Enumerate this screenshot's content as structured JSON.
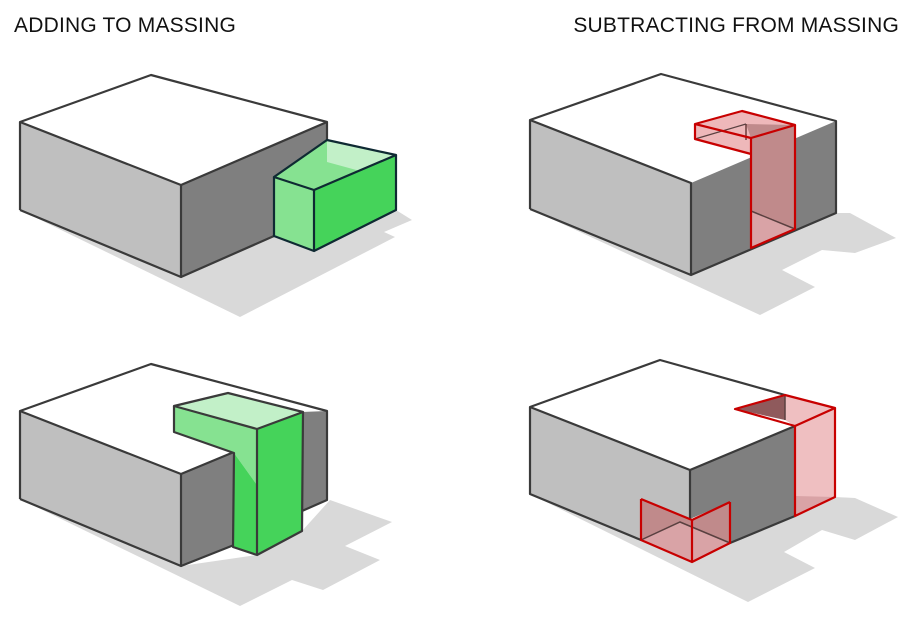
{
  "titles": {
    "adding": "ADDING TO MASSING",
    "subtracting": "SUBTRACTING FROM MASSING"
  },
  "colors": {
    "massing_top": "#ffffff",
    "massing_front": "#bfbfbf",
    "massing_side": "#7f7f7f",
    "shadow": "#d9d9d9",
    "add_light": "#c2f0c8",
    "add_mid": "#86e291",
    "add_dark": "#45d35a",
    "add_stroke": "#0f2a33",
    "subtract_fill": "#e8a0a3",
    "subtract_stroke": "#c80000"
  },
  "diagrams": [
    {
      "id": "add-box",
      "operation": "addition",
      "description": "box volume attached to side of massing"
    },
    {
      "id": "subtract-vertical",
      "operation": "subtraction",
      "description": "vertical slot cut from corner of massing"
    },
    {
      "id": "add-l-shape",
      "operation": "addition",
      "description": "L-shaped volume added over massing"
    },
    {
      "id": "subtract-corners",
      "operation": "subtraction",
      "description": "two corner volumes removed from massing"
    }
  ]
}
